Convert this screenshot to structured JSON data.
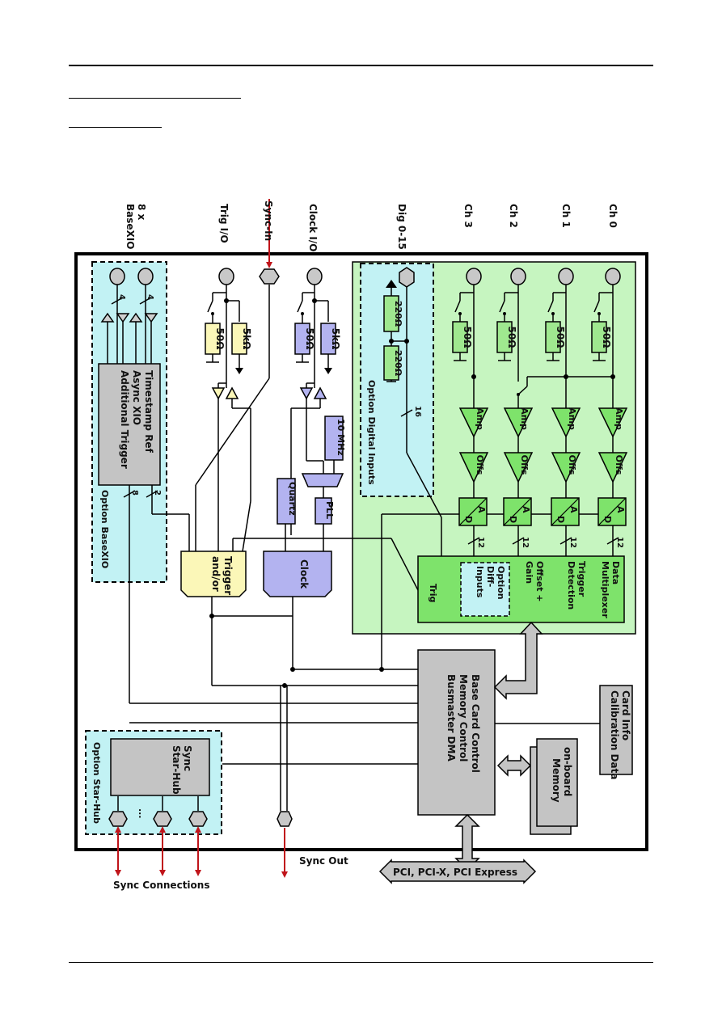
{
  "channel_labels": [
    "Ch 0",
    "Ch 1",
    "Ch 2",
    "Ch 3"
  ],
  "top_labels": {
    "dig": "Dig 0-15",
    "clock_io": "Clock I/O",
    "sync_in": "Sync-In",
    "trig_io": "Trig I/O",
    "basexio_count": "8 x",
    "basexio_name": "BaseXIO"
  },
  "resistors": {
    "r50": "50Ω",
    "r5k": "5kΩ",
    "r220": "220Ω"
  },
  "channel_blocks": {
    "amp": "Amp",
    "offs": "Offs",
    "adc_a": "A",
    "adc_d": "D",
    "bus_width": "12"
  },
  "multiplexer": {
    "line1": "Data",
    "line2": "Multiplexer",
    "line3": "Trigger",
    "line4": "Detection",
    "line5": "Offset +",
    "line6": "Gain",
    "trig": "Trig"
  },
  "diff_inputs": [
    "Option",
    "Diff-",
    "Inputs"
  ],
  "digital_inputs": {
    "label": "Option Digital Inputs",
    "width": "16"
  },
  "clock_section": {
    "ten_mhz": "10 MHz",
    "pll": "PLL",
    "quartz": "Quartz",
    "clock": "Clock"
  },
  "trigger_block": [
    "Trigger",
    "and/or"
  ],
  "basexio": {
    "lines": [
      "Timestamp Ref",
      "Async XIO",
      "Additional Trigger"
    ],
    "option_label": "Option BaseXIO",
    "width_4": "4",
    "width_8": "8",
    "width_2": "2"
  },
  "base_card": [
    "Base Card Control",
    "Memory Control",
    "Busmaster DMA"
  ],
  "card_info": [
    "Card Info",
    "Calibration Data"
  ],
  "memory": [
    "on-board",
    "Memory"
  ],
  "star_hub": {
    "lines": [
      "Sync",
      "Star-Hub"
    ],
    "option_label": "Option Star-Hub",
    "ellipsis": "..."
  },
  "bottom_labels": {
    "pci": "PCI, PCI-X, PCI Express",
    "sync_out": "Sync Out",
    "sync_connections": "Sync Connections"
  }
}
